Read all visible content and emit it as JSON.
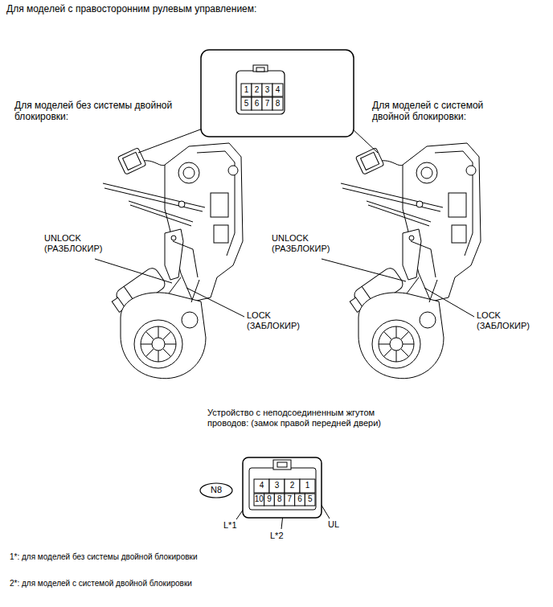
{
  "diagram": {
    "title": "Для моделей с правосторонним рулевым управлением:",
    "nodes": [
      {
        "text": [
          "N8"
        ]
      }
    ],
    "labels": [
      "Для моделей без системы двойной блокировки:",
      "Для моделей с системой двойной блокировки:",
      "1",
      "2",
      "3",
      "4",
      "5",
      "6",
      "7",
      "8",
      "UNLOCK (РАЗБЛОКИР)",
      "LOCK (ЗАБЛОКИР)",
      "UNLOCK (РАЗБЛОКИР)",
      "LOCK (ЗАБЛОКИР)",
      "Устройство с неподсоединенным жгутом проводов: (замок правой передней двери)",
      "4",
      "3",
      "2",
      "1",
      "10",
      "9",
      "8",
      "7",
      "6",
      "5",
      "L*1",
      "L*2",
      "UL",
      "1*: для моделей без системы двойной блокировки",
      "2*: для моделей с системой двойной блокировки"
    ]
  }
}
